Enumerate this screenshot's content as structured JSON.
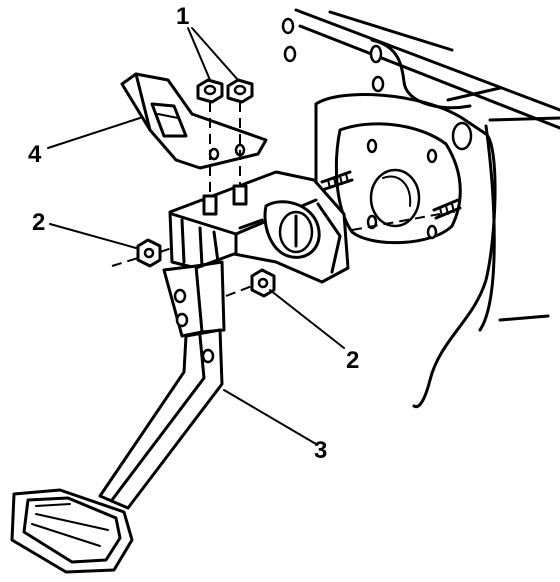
{
  "callouts": {
    "c1": "1",
    "c2_left": "2",
    "c2_right": "2",
    "c3": "3",
    "c4": "4"
  },
  "colors": {
    "line": "#000000",
    "background": "#ffffff"
  }
}
